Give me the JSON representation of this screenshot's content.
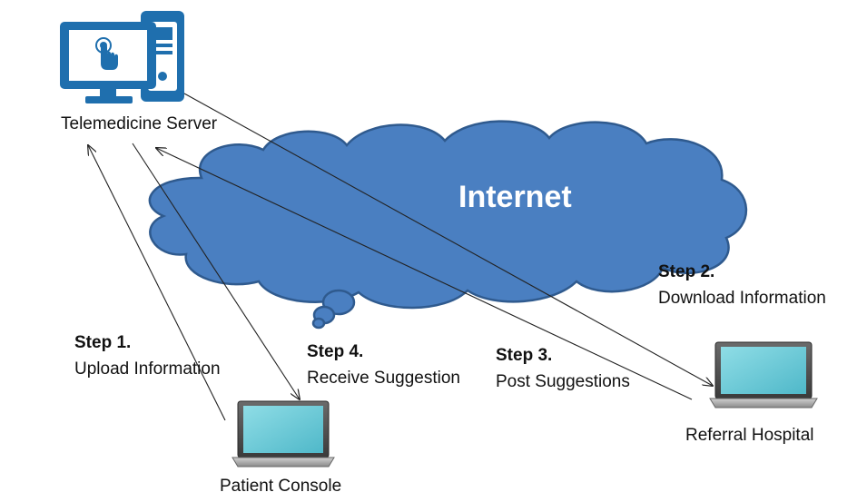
{
  "network": {
    "label": "Internet",
    "cloud_fill": "#4a7fc1",
    "cloud_stroke": "#2f5a8e"
  },
  "nodes": {
    "server": {
      "label": "Telemedicine Server",
      "icon": "server-computer-icon",
      "color": "#1f6fae"
    },
    "patient": {
      "label": "Patient Console",
      "icon": "laptop-icon",
      "screen_color": "#5bc4d4"
    },
    "hospital": {
      "label": "Referral Hospital",
      "icon": "laptop-icon",
      "screen_color": "#5bc4d4"
    }
  },
  "steps": [
    {
      "title": "Step 1.",
      "text": "Upload Information"
    },
    {
      "title": "Step 2.",
      "text": "Download Information"
    },
    {
      "title": "Step 3.",
      "text": "Post Suggestions"
    },
    {
      "title": "Step 4.",
      "text": "Receive Suggestion"
    }
  ]
}
